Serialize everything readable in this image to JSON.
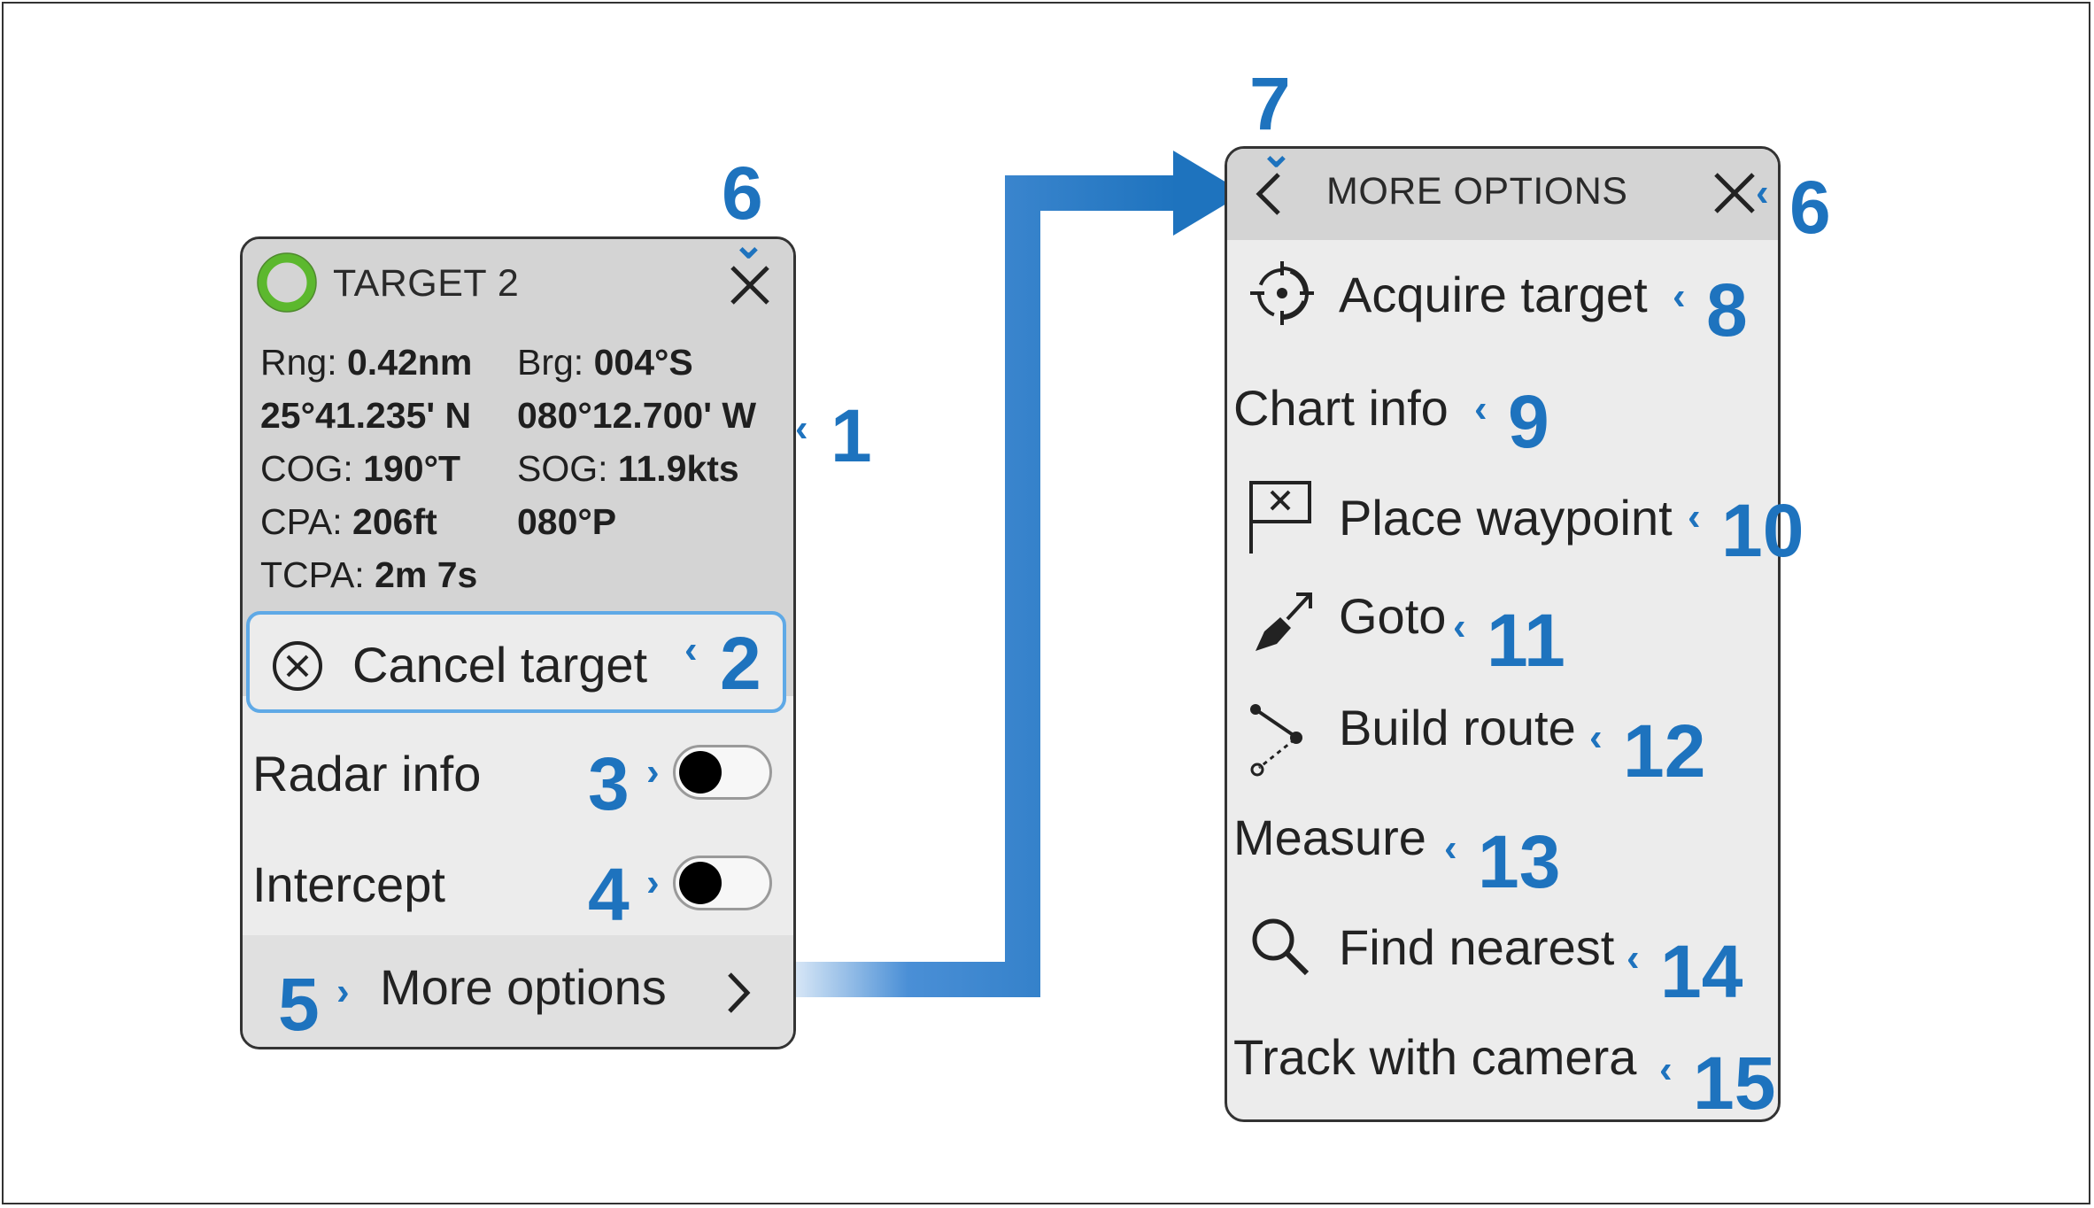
{
  "target_panel": {
    "title": "TARGET 2",
    "info_rows": [
      {
        "a_label": "Rng: ",
        "a_value": "0.42nm",
        "b_label": "Brg: ",
        "b_value": "004°S"
      },
      {
        "a_label": "",
        "a_value": "25°41.235' N",
        "b_label": "",
        "b_value": "080°12.700' W"
      },
      {
        "a_label": "COG: ",
        "a_value": "190°T",
        "b_label": "SOG: ",
        "b_value": "11.9kts"
      },
      {
        "a_label": "CPA: ",
        "a_value": "206ft",
        "b_label": "",
        "b_value": "080°P"
      },
      {
        "a_label": "TCPA: ",
        "a_value": "2m 7s",
        "b_label": "",
        "b_value": ""
      }
    ],
    "cancel_label": "Cancel target",
    "radar_info_label": "Radar info",
    "radar_info_on": false,
    "intercept_label": "Intercept",
    "intercept_on": false,
    "more_options_label": "More options"
  },
  "more_panel": {
    "title": "MORE OPTIONS",
    "items": [
      {
        "label": "Acquire target",
        "icon": "crosshair-icon"
      },
      {
        "label": "Chart info",
        "icon": ""
      },
      {
        "label": "Place waypoint",
        "icon": "waypoint-flag-icon"
      },
      {
        "label": "Goto",
        "icon": "goto-boat-icon"
      },
      {
        "label": "Build route",
        "icon": "route-icon"
      },
      {
        "label": "Measure",
        "icon": ""
      },
      {
        "label": "Find nearest",
        "icon": "search-icon"
      },
      {
        "label": "Track with camera",
        "icon": ""
      }
    ]
  },
  "callouts": {
    "c1": "1",
    "c2": "2",
    "c3": "3",
    "c4": "4",
    "c5": "5",
    "c6a": "6",
    "c6b": "6",
    "c7": "7",
    "c8": "8",
    "c9": "9",
    "c10": "10",
    "c11": "11",
    "c12": "12",
    "c13": "13",
    "c14": "14",
    "c15": "15"
  },
  "colors": {
    "callout_blue": "#1e73be",
    "target_ring_green": "#5cb82e",
    "focus_blue": "#5fa9e6",
    "header_grey": "#d4d4d4",
    "panel_bg": "#ececec"
  }
}
